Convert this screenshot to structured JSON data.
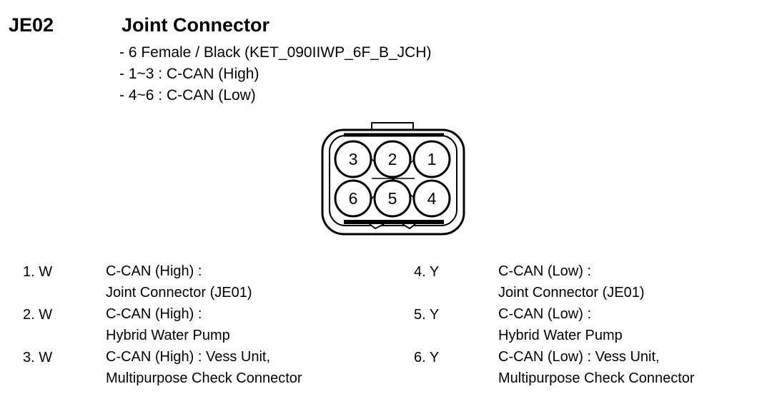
{
  "header": {
    "code": "JE02",
    "title": "Joint Connector",
    "description": [
      "- 6 Female / Black (KET_090IIWP_6F_B_JCH)",
      "- 1~3 : C-CAN (High)",
      "- 4~6 : C-CAN (Low)"
    ]
  },
  "connector": {
    "pins_top": [
      "3",
      "2",
      "1"
    ],
    "pins_bottom": [
      "6",
      "5",
      "4"
    ]
  },
  "pins": [
    {
      "label": "1. W",
      "lines": [
        "C-CAN (High) :",
        "Joint Connector (JE01)"
      ]
    },
    {
      "label": "2. W",
      "lines": [
        "C-CAN (High) :",
        "Hybrid Water Pump"
      ]
    },
    {
      "label": "3. W",
      "lines": [
        "C-CAN (High) : Vess Unit,",
        "Multipurpose Check Connector"
      ]
    },
    {
      "label": "4. Y",
      "lines": [
        "C-CAN (Low) :",
        "Joint Connector (JE01)"
      ]
    },
    {
      "label": "5. Y",
      "lines": [
        "C-CAN (Low) :",
        "Hybrid Water Pump"
      ]
    },
    {
      "label": "6. Y",
      "lines": [
        "C-CAN (Low) : Vess Unit,",
        "Multipurpose Check Connector"
      ]
    }
  ]
}
